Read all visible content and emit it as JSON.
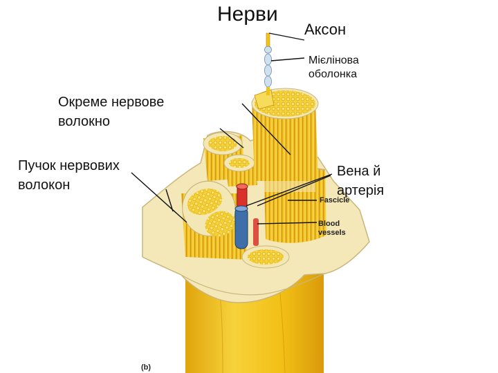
{
  "title": "Нерви",
  "labels": {
    "axon": "Аксон",
    "myelin_sheath": "Мієлінова\nоболонка",
    "single_fiber": "Окреме нервове\nволокно",
    "fiber_bundle": "Пучок нервових\nволокон",
    "vein_artery": "Вена й\nартерія"
  },
  "original_tags": {
    "fascicle": "Fascicle",
    "blood_vessels": "Blood\nvessels",
    "panel": "(b)"
  },
  "colors": {
    "nerve_yellow": "#f2c21a",
    "sheath": "#f3e7b6",
    "artery": "#d9322b",
    "vein": "#3f6fa8"
  }
}
